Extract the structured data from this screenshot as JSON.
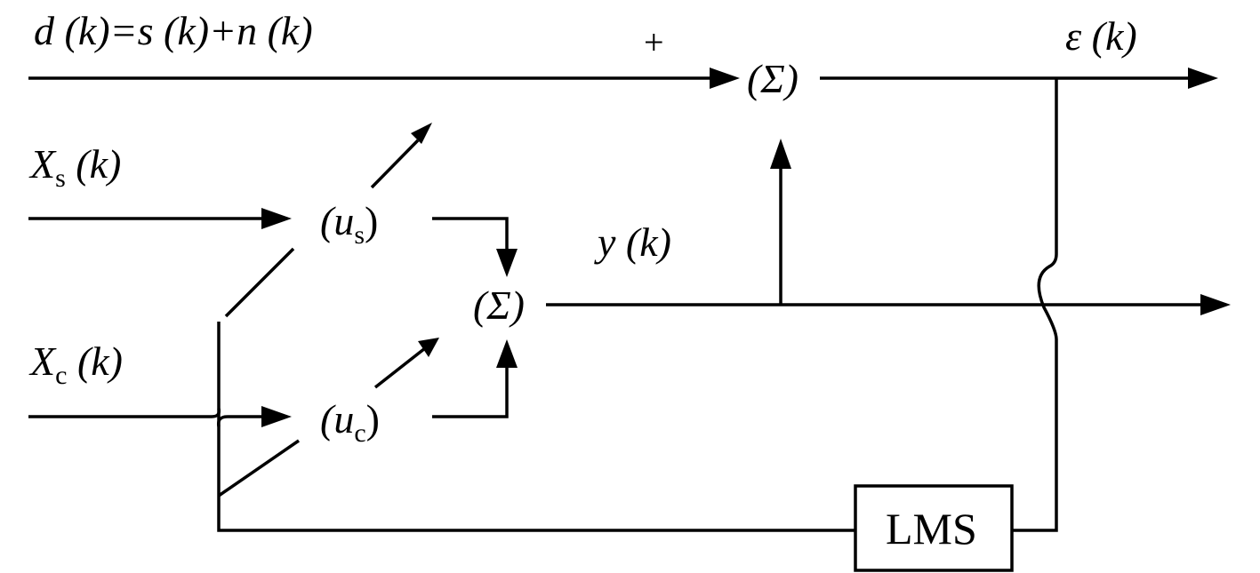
{
  "labels": {
    "d_signal": "d (k)=s (k)+n (k)",
    "plus_sign": "+",
    "epsilon": "ε (k)",
    "xs_label": "X",
    "xs_sub": "s",
    "xs_arg": " (k)",
    "xc_label": "X",
    "xc_sub": "c",
    "xc_arg": " (k)",
    "y_label": "y (k)"
  },
  "nodes": {
    "sum_top": "(Σ)",
    "sum_mid": "(Σ)",
    "us_open": "(u",
    "us_sub": "s",
    "us_close": ")",
    "uc_open": "(u",
    "uc_sub": "c",
    "uc_close": ")",
    "lms": "LMS"
  }
}
